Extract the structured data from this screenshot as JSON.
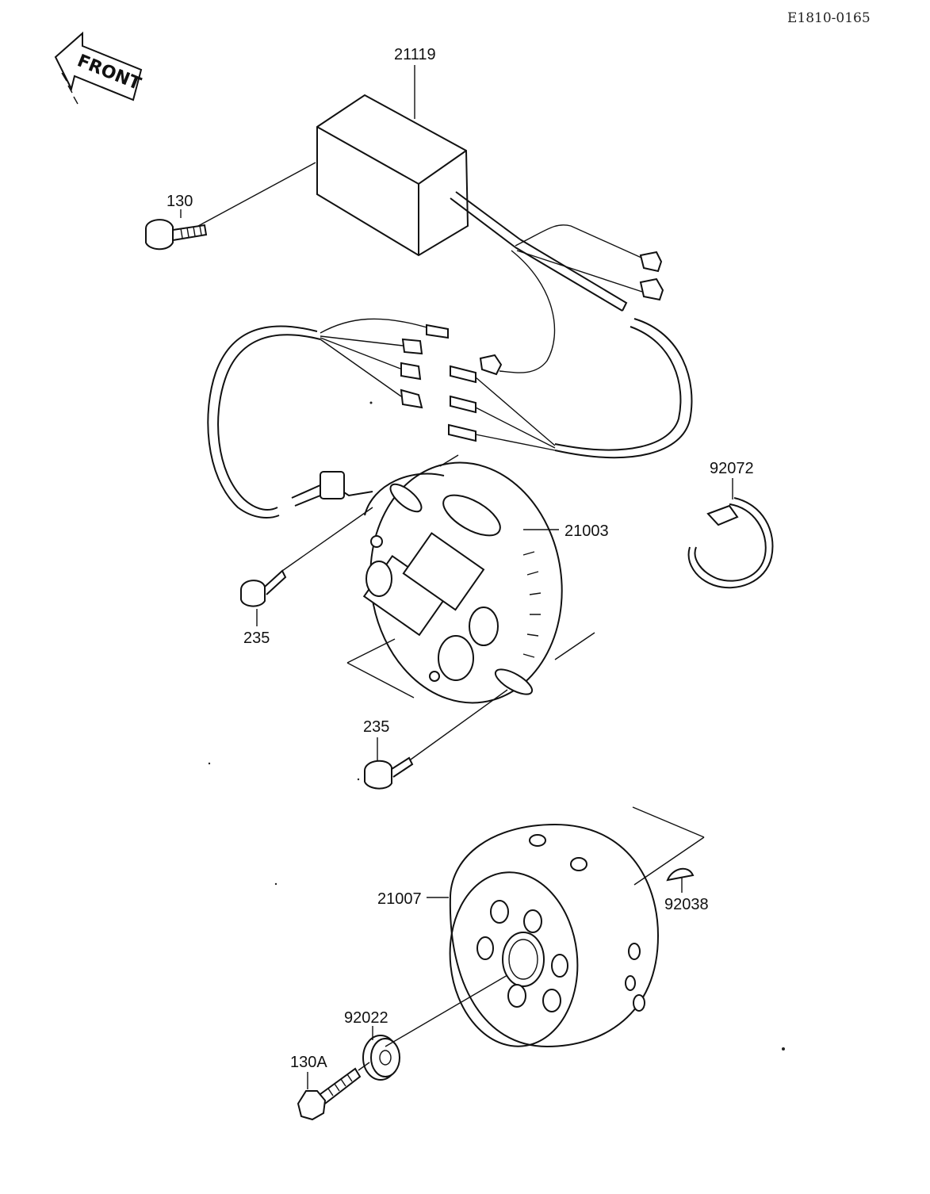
{
  "diagram_code": "E1810-0165",
  "front_arrow_text": "FRONT",
  "labels": {
    "cdi_unit": "21119",
    "bolt_130": "130",
    "stator": "21003",
    "screw_235_upper": "235",
    "screw_235_lower": "235",
    "clamp": "92072",
    "rotor": "21007",
    "key": "92038",
    "washer": "92022",
    "bolt_130a": "130A"
  }
}
